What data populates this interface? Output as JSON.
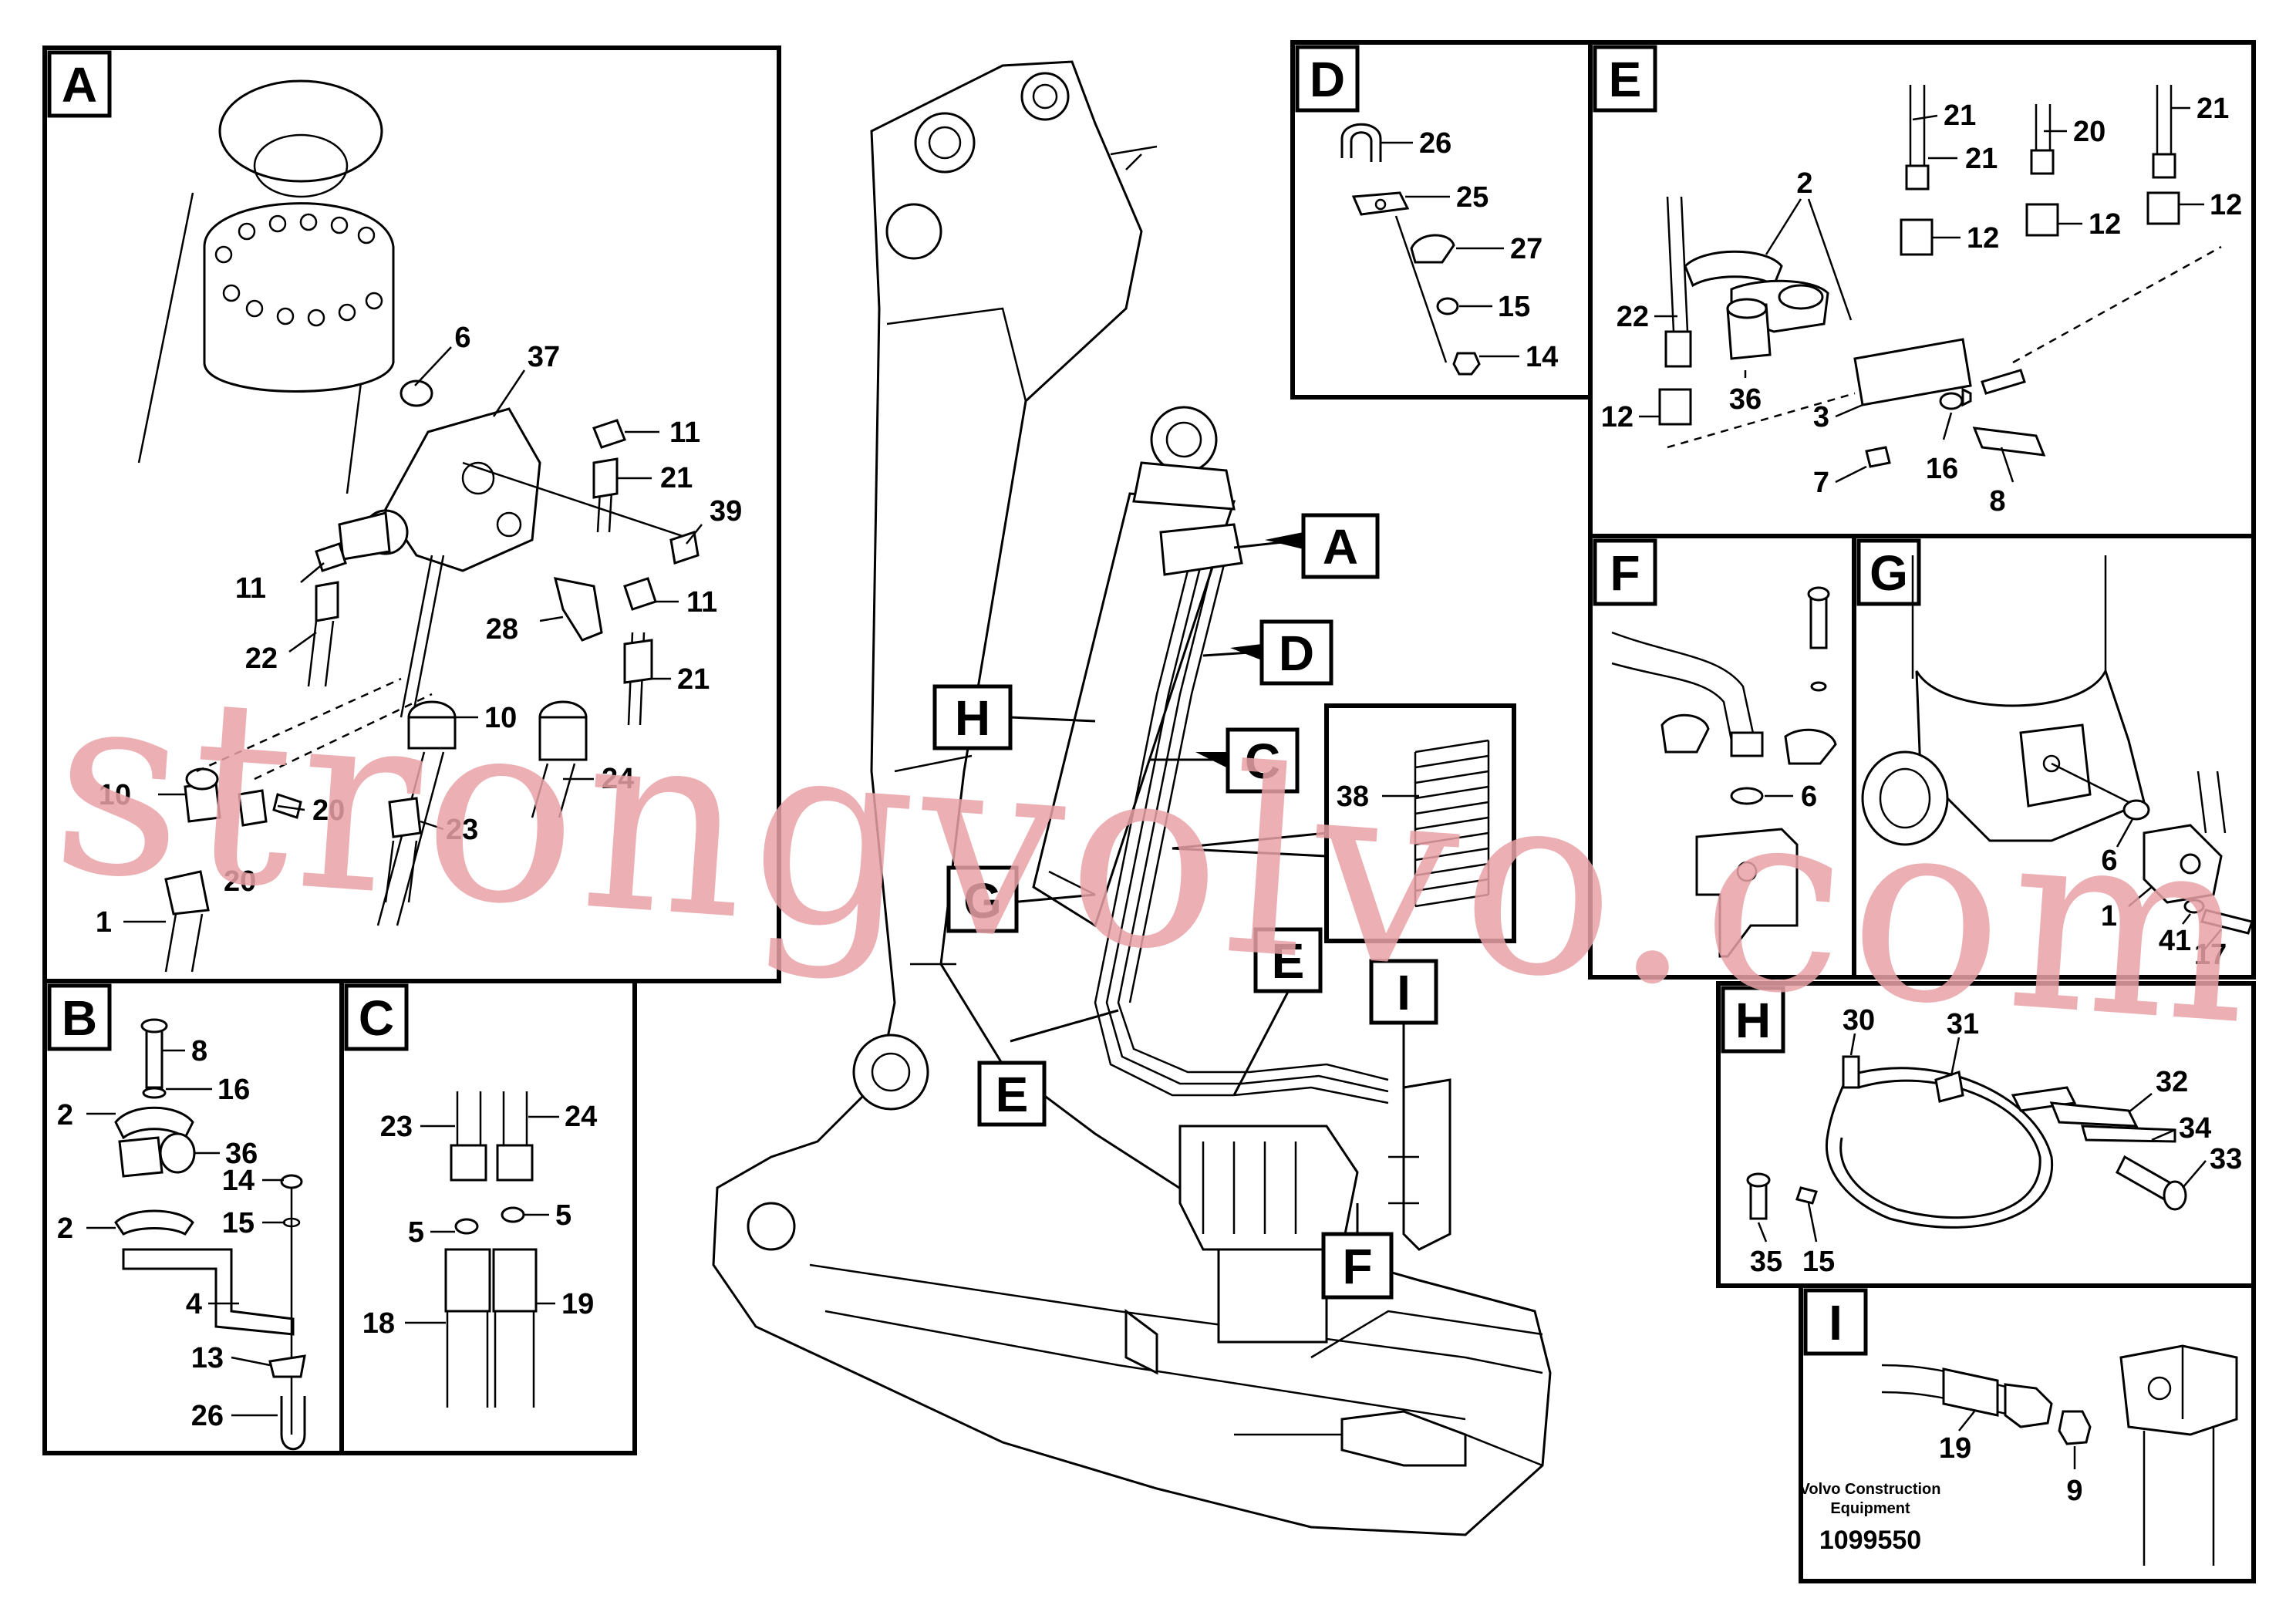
{
  "panels": {
    "A": {
      "letter": "A",
      "labels": [
        "6",
        "37",
        "11",
        "21",
        "39",
        "11",
        "22",
        "28",
        "11",
        "21",
        "10",
        "24",
        "10",
        "20",
        "23",
        "20",
        "1"
      ]
    },
    "B": {
      "letter": "B",
      "labels": [
        "8",
        "16",
        "2",
        "36",
        "14",
        "2",
        "15",
        "4",
        "13",
        "26"
      ]
    },
    "C": {
      "letter": "C",
      "labels": [
        "23",
        "24",
        "5",
        "5",
        "18",
        "19"
      ]
    },
    "D": {
      "letter": "D",
      "labels": [
        "26",
        "25",
        "27",
        "15",
        "14"
      ]
    },
    "E": {
      "letter": "E",
      "labels": [
        "21",
        "20",
        "21",
        "2",
        "21",
        "12",
        "12",
        "12",
        "22",
        "36",
        "12",
        "3",
        "7",
        "16",
        "8"
      ]
    },
    "F": {
      "letter": "F",
      "labels": [
        "6"
      ]
    },
    "G": {
      "letter": "G",
      "labels": [
        "6",
        "1",
        "41",
        "17"
      ]
    },
    "H": {
      "letter": "H",
      "labels": [
        "30",
        "31",
        "32",
        "34",
        "33",
        "35",
        "15"
      ]
    },
    "I": {
      "letter": "I",
      "labels": [
        "19",
        "9"
      ]
    }
  },
  "main": {
    "callouts": [
      "A",
      "D",
      "H",
      "C",
      "G",
      "E",
      "E",
      "I",
      "F"
    ],
    "spring_label": "38"
  },
  "footer": {
    "brand_line1": "Volvo Construction",
    "brand_line2": "Equipment",
    "drawing_number": "1099550"
  },
  "watermark": "strongvolvo.com"
}
